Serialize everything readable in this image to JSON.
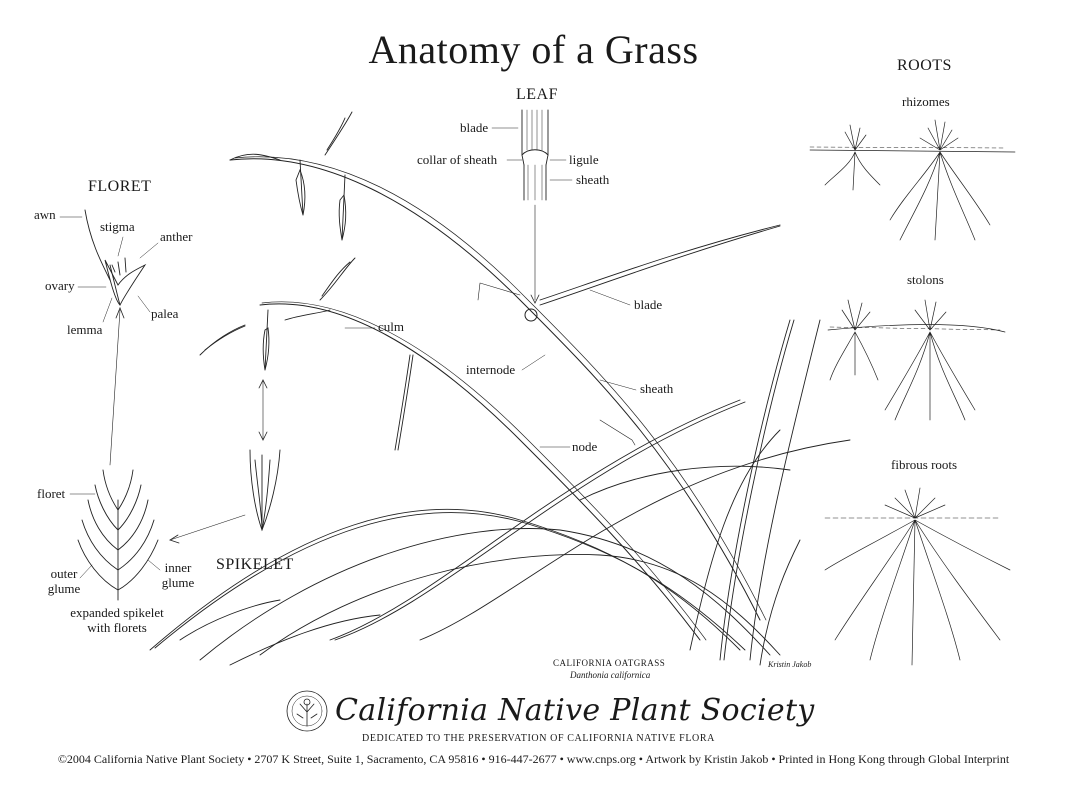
{
  "title": "Anatomy of a Grass",
  "sections": {
    "floret": "FLORET",
    "leaf": "LEAF",
    "roots": "ROOTS",
    "spikelet": "SPIKELET"
  },
  "floret_labels": {
    "awn": "awn",
    "stigma": "stigma",
    "anther": "anther",
    "ovary": "ovary",
    "palea": "palea",
    "lemma": "lemma"
  },
  "leaf_labels": {
    "blade": "blade",
    "collar": "collar of sheath",
    "ligule": "ligule",
    "sheath": "sheath"
  },
  "plant_labels": {
    "culm": "culm",
    "blade": "blade",
    "internode": "internode",
    "sheath": "sheath",
    "node": "node"
  },
  "spikelet_labels": {
    "floret": "floret",
    "outer_glume_1": "outer",
    "outer_glume_2": "glume",
    "inner_glume_1": "inner",
    "inner_glume_2": "glume",
    "expanded_1": "expanded spikelet",
    "expanded_2": "with florets"
  },
  "root_labels": {
    "rhizomes": "rhizomes",
    "stolons": "stolons",
    "fibrous": "fibrous roots"
  },
  "caption": {
    "common": "CALIFORNIA OATGRASS",
    "latin": "Danthonia californica",
    "signature": "Kristin Jakob"
  },
  "society": "California Native Plant Society",
  "dedication": "DEDICATED TO THE PRESERVATION OF CALIFORNIA NATIVE FLORA",
  "footer": "©2004 California Native Plant Society • 2707 K Street, Suite 1, Sacramento, CA 95816 • 916-447-2677 • www.cnps.org • Artwork by Kristin Jakob • Printed in Hong Kong through Global Interprint"
}
